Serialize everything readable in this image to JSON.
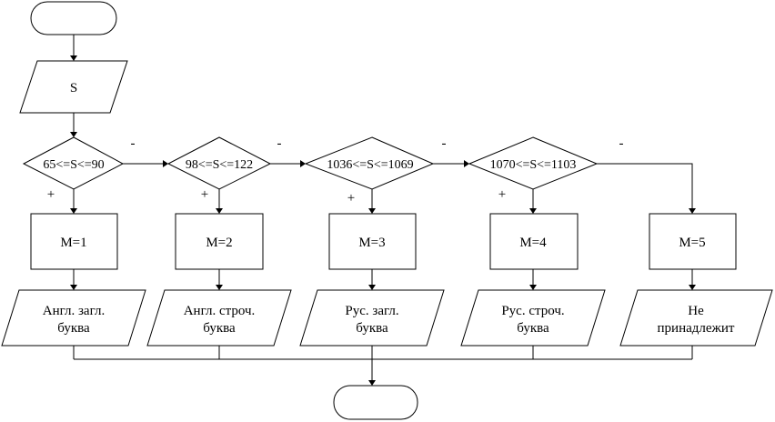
{
  "flowchart": {
    "start_label": "",
    "end_label": "",
    "input": {
      "label": "S"
    },
    "decisions": [
      {
        "condition": "65<=S<=90",
        "yes_label": "+",
        "no_label": "-"
      },
      {
        "condition": "98<=S<=122",
        "yes_label": "+",
        "no_label": "-"
      },
      {
        "condition": "1036<=S<=1069",
        "yes_label": "+",
        "no_label": "-"
      },
      {
        "condition": "1070<=S<=1103",
        "yes_label": "+",
        "no_label": "-"
      }
    ],
    "processes": [
      {
        "label": "M=1"
      },
      {
        "label": "M=2"
      },
      {
        "label": "M=3"
      },
      {
        "label": "M=4"
      },
      {
        "label": "M=5"
      }
    ],
    "outputs": [
      {
        "line1": "Англ. загл.",
        "line2": "буква"
      },
      {
        "line1": "Англ. строч.",
        "line2": "буква"
      },
      {
        "line1": "Рус. загл.",
        "line2": "буква"
      },
      {
        "line1": "Рус. строч.",
        "line2": "буква"
      },
      {
        "line1": "Не",
        "line2": "принадлежит"
      }
    ]
  }
}
